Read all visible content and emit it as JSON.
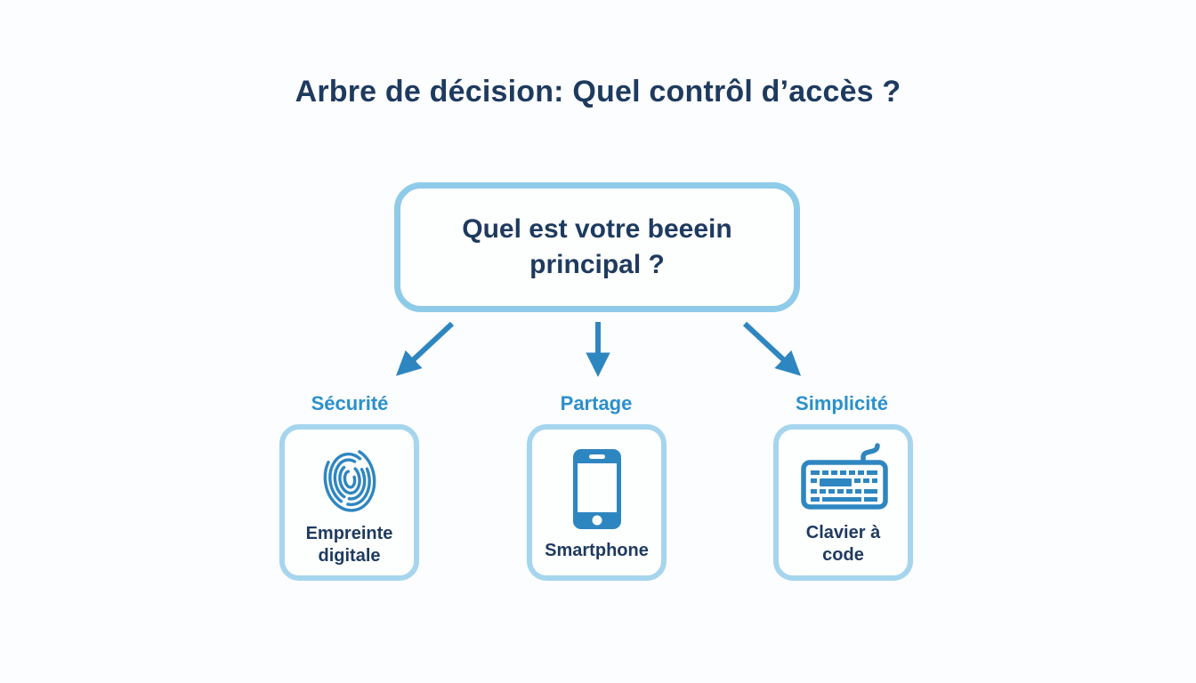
{
  "title": "Arbre de décision: Quel contrôl d’accès ?",
  "root": {
    "question": "Quel est votre beeein principal ?"
  },
  "branches": [
    {
      "label": "Sécurité",
      "option": "Empreinte digitale",
      "icon": "fingerprint-icon"
    },
    {
      "label": "Partage",
      "option": "Smartphone",
      "icon": "smartphone-icon"
    },
    {
      "label": "Simplicité",
      "option": "Clavier à code",
      "icon": "keyboard-icon"
    }
  ],
  "colors": {
    "title_text": "#1e3a5f",
    "branch_label": "#2b90cc",
    "accent_blue": "#2e86c1",
    "root_border": "#8ecbe9",
    "card_border": "#a6d5ee",
    "background": "#fcfdfe"
  }
}
